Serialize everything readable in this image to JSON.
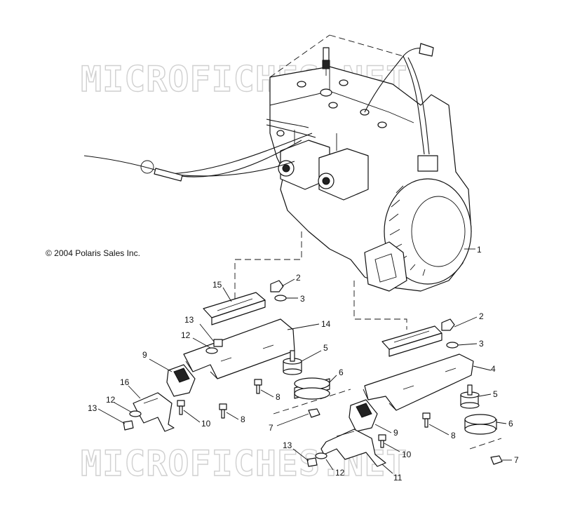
{
  "watermark": {
    "text_top": "MICROFICHES.NET",
    "text_bottom": "MICROFICHES.NET"
  },
  "copyright": "© 2004 Polaris Sales Inc.",
  "callouts": [
    {
      "id": "c1",
      "label": "1"
    },
    {
      "id": "c2a",
      "label": "2"
    },
    {
      "id": "c3a",
      "label": "3"
    },
    {
      "id": "c15",
      "label": "15"
    },
    {
      "id": "c14",
      "label": "14"
    },
    {
      "id": "c13a",
      "label": "13"
    },
    {
      "id": "c12a",
      "label": "12"
    },
    {
      "id": "c5a",
      "label": "5"
    },
    {
      "id": "c9a",
      "label": "9"
    },
    {
      "id": "c6a",
      "label": "6"
    },
    {
      "id": "c8a",
      "label": "8"
    },
    {
      "id": "c16",
      "label": "16"
    },
    {
      "id": "c12b",
      "label": "12"
    },
    {
      "id": "c13b",
      "label": "13"
    },
    {
      "id": "c10a",
      "label": "10"
    },
    {
      "id": "c8b",
      "label": "8"
    },
    {
      "id": "c7a",
      "label": "7"
    },
    {
      "id": "c2b",
      "label": "2"
    },
    {
      "id": "c3b",
      "label": "3"
    },
    {
      "id": "c4",
      "label": "4"
    },
    {
      "id": "c5b",
      "label": "5"
    },
    {
      "id": "c6b",
      "label": "6"
    },
    {
      "id": "c8c",
      "label": "8"
    },
    {
      "id": "c9b",
      "label": "9"
    },
    {
      "id": "c10b",
      "label": "10"
    },
    {
      "id": "c13c",
      "label": "13"
    },
    {
      "id": "c12c",
      "label": "12"
    },
    {
      "id": "c11",
      "label": "11"
    },
    {
      "id": "c7b",
      "label": "7"
    }
  ]
}
